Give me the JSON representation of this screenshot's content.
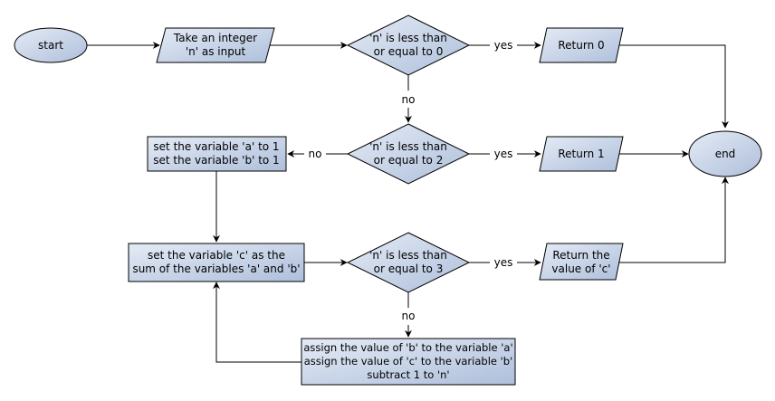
{
  "colors": {
    "fill_light": "#e4ebf5",
    "fill_dark": "#aebfdb",
    "stroke": "#000000",
    "background": "#ffffff"
  },
  "nodes": {
    "start": "start",
    "end": "end",
    "input": [
      "Take an integer",
      "'n' as input"
    ],
    "cond1": [
      "'n' is less than",
      "or equal to 0"
    ],
    "cond2": [
      "'n' is less than",
      "or equal to 2"
    ],
    "cond3": [
      "'n' is less than",
      "or equal to 3"
    ],
    "return0": "Return 0",
    "return1": "Return 1",
    "return_c": [
      "Return the",
      "value of 'c'"
    ],
    "set_ab": [
      "set the variable 'a' to 1",
      "set the variable 'b' to 1"
    ],
    "set_c": [
      "set the variable 'c' as the",
      "sum of the variables 'a' and 'b'"
    ],
    "assign": [
      "assign the value of 'b' to the variable 'a'",
      "assign the value of 'c' to the variable 'b'",
      "subtract 1 to 'n'"
    ]
  },
  "edge_labels": {
    "cond1_yes": "yes",
    "cond1_no": "no",
    "cond2_yes": "yes",
    "cond2_no": "no",
    "cond3_yes": "yes",
    "cond3_no": "no"
  }
}
